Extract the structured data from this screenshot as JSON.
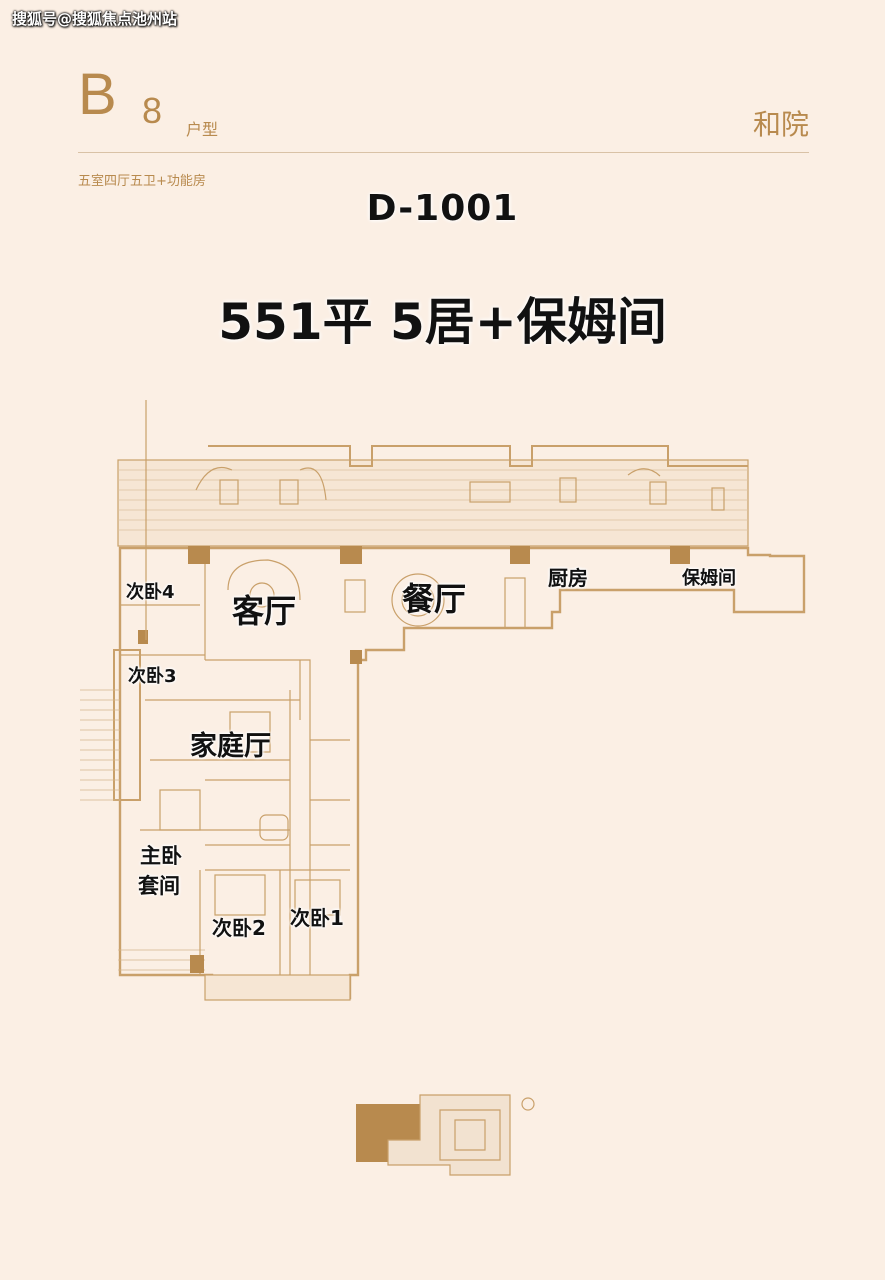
{
  "watermark": "搜狐号@搜狐焦点池州站",
  "header": {
    "type_letter": "B",
    "type_number": "8",
    "type_word": "户型",
    "project": "和院",
    "rooms_desc": "五室四厅五卫+功能房"
  },
  "unit_id": "D-1001",
  "summary": "551平 5居+保姆间",
  "rooms": {
    "bed4": "次卧4",
    "living": "客厅",
    "dining": "餐厅",
    "kitchen": "厨房",
    "maid": "保姆间",
    "bed3": "次卧3",
    "family": "家庭厅",
    "master_1": "主卧",
    "master_2": "套间",
    "bed2": "次卧2",
    "bed1": "次卧1"
  },
  "colors": {
    "background": "#fbefe4",
    "brand": "#b88a4e",
    "wall": "#c9a06a",
    "fill_light": "#f3e4d3"
  }
}
